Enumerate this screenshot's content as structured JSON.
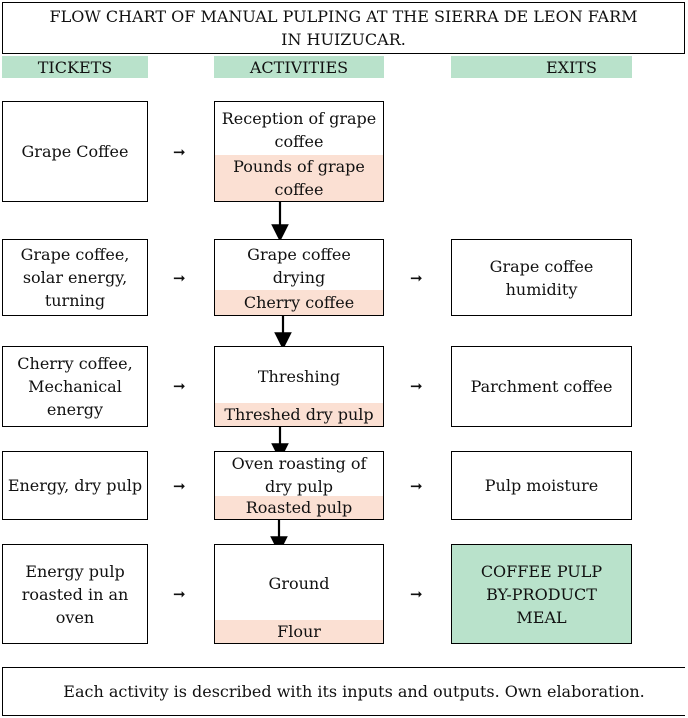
{
  "title": "FLOW CHART OF MANUAL PULPING AT THE SIERRA DE LEON FARM IN HUIZUCAR.",
  "headers": {
    "tickets": "TICKETS",
    "activities": "ACTIVITIES",
    "exits": "EXITS"
  },
  "rows": [
    {
      "ticket": "Grape Coffee",
      "activity": "Reception of grape coffee",
      "output": "Pounds of grape coffee",
      "exit": ""
    },
    {
      "ticket": "Grape coffee, solar energy, turning",
      "activity": "Grape coffee drying",
      "output": "Cherry coffee",
      "exit": "Grape coffee humidity"
    },
    {
      "ticket": "Cherry coffee, Mechanical energy",
      "activity": "Threshing",
      "output": "Threshed dry pulp",
      "exit": "Parchment coffee"
    },
    {
      "ticket": "Energy, dry pulp",
      "activity": "Oven roasting of dry pulp",
      "output": "Roasted pulp",
      "exit": "Pulp moisture"
    },
    {
      "ticket": "Energy pulp roasted in an oven",
      "activity": "Ground",
      "output": "Flour",
      "exit": "COFFEE PULP BY-PRODUCT MEAL"
    }
  ],
  "arrow_glyph": "➞",
  "footer": "Each activity is described with its inputs and outputs. Own elaboration.",
  "colors": {
    "header_green": "#b9e2cb",
    "output_peach": "#fbe0d3",
    "final_exit_green": "#b9e2cb"
  }
}
